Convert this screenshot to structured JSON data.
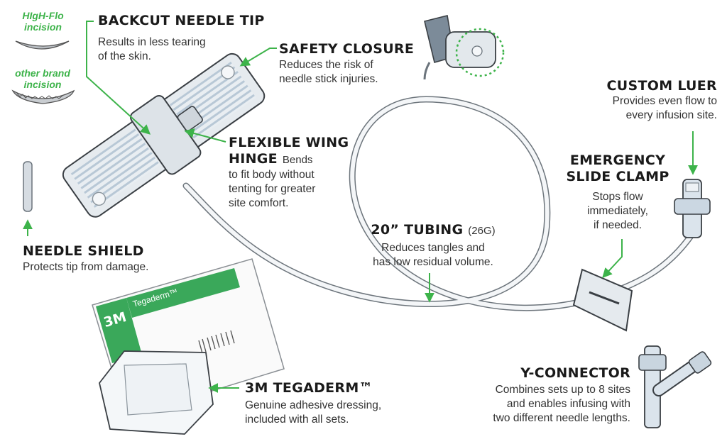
{
  "incision": {
    "highflo": [
      "HIgH-Flo",
      "incision"
    ],
    "other": [
      "other brand",
      "incision"
    ]
  },
  "features": {
    "backcut": {
      "title": "BACKCUT NEEDLE TIP",
      "desc": [
        "Results in less tearing",
        "of the skin."
      ]
    },
    "safety": {
      "title": "SAFETY CLOSURE",
      "desc": [
        "Reduces the risk of",
        "needle stick injuries."
      ]
    },
    "luer": {
      "title": "CUSTOM LUER",
      "desc": [
        "Provides even flow to",
        "every infusion site."
      ]
    },
    "hinge": {
      "title": [
        "FLEXIBLE WING",
        "HINGE"
      ],
      "desc_inline": "Bends",
      "desc": [
        "to fit body without",
        "tenting for greater",
        "site comfort."
      ]
    },
    "clamp": {
      "title": [
        "EMERGENCY",
        "SLIDE CLAMP"
      ],
      "desc": [
        "Stops flow",
        "immediately,",
        "if needed."
      ]
    },
    "shield": {
      "title": "NEEDLE SHIELD",
      "desc": [
        "Protects tip from damage."
      ]
    },
    "tubing": {
      "title": "20” TUBING",
      "gauge": "(26G)",
      "desc": [
        "Reduces tangles and",
        "has low residual volume."
      ]
    },
    "tegaderm": {
      "title": "3M TEGADERM™",
      "desc": [
        "Genuine adhesive dressing,",
        "included with all sets."
      ]
    },
    "yconnector": {
      "title": "Y-CONNECTOR",
      "desc": [
        "Combines sets up to 8 sites",
        "and enables infusing with",
        "two different needle lengths."
      ]
    }
  },
  "package": {
    "brand": "3M",
    "product": "Tegaderm™"
  },
  "colors": {
    "accent": "#3db34a",
    "outline": "#3a3f44",
    "device": "#e6ebef",
    "stripe": "#b4c4d2"
  }
}
